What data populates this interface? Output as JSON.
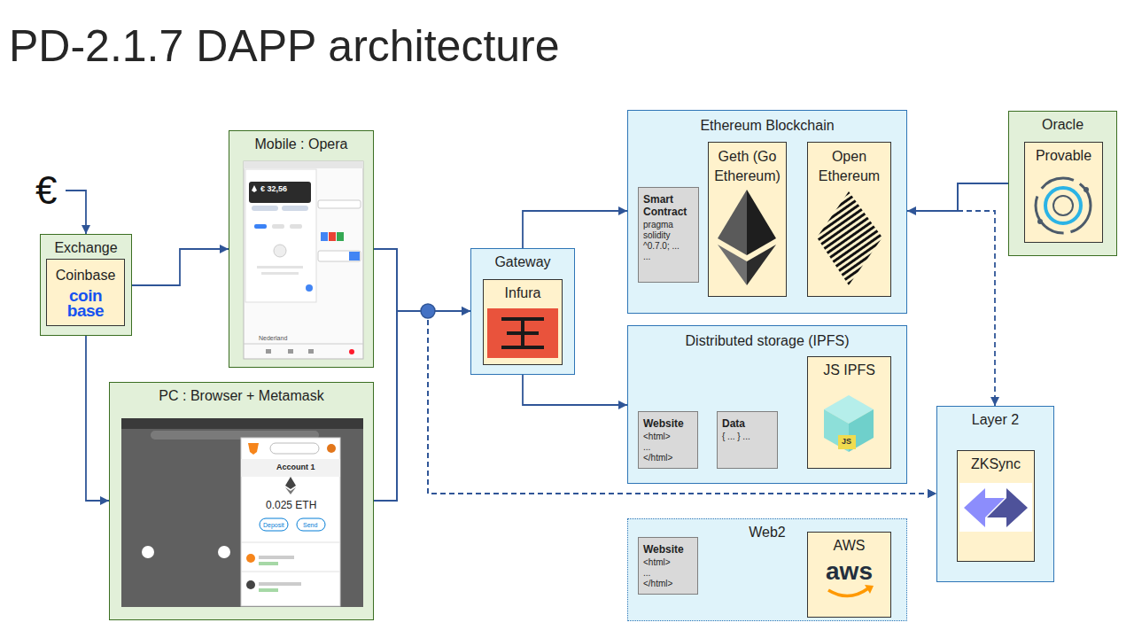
{
  "diagram": {
    "title": "PD-2.1.7 DAPP architecture",
    "nodes": [
      {
        "text": [
          "€"
        ]
      },
      {
        "text": [
          "Exchange"
        ]
      },
      {
        "text": [
          "Coinbase",
          "coin base"
        ],
        "in": 1
      },
      {
        "text": [
          "Mobile : Opera"
        ]
      },
      {
        "text": [
          "PC : Browser + Metamask"
        ]
      },
      {
        "text": [
          "Gateway"
        ]
      },
      {
        "text": [
          "Infura"
        ],
        "in": 5
      },
      {
        "text": [
          "Ethereum Blockchain"
        ]
      },
      {
        "text": [
          "Smart Contract",
          "pragma solidity ^0.7.0; ... ..."
        ],
        "in": 7
      },
      {
        "text": [
          "Geth (Go Ethereum)"
        ],
        "in": 7
      },
      {
        "text": [
          "Open Ethereum"
        ],
        "in": 7
      },
      {
        "text": [
          "Oracle"
        ]
      },
      {
        "text": [
          "Provable"
        ],
        "in": 11
      },
      {
        "text": [
          "Distributed storage (IPFS)"
        ]
      },
      {
        "text": [
          "Website",
          "<html> ... </html>"
        ],
        "in": 13
      },
      {
        "text": [
          "Data",
          "{ ... } ..."
        ],
        "in": 13
      },
      {
        "text": [
          "JS IPFS"
        ],
        "in": 13
      },
      {
        "text": [
          "Layer 2"
        ]
      },
      {
        "text": [
          "ZKSync"
        ],
        "in": 17
      },
      {
        "text": [
          "Web2"
        ]
      },
      {
        "text": [
          "Website",
          "<html> ... </html>"
        ],
        "in": 19
      },
      {
        "text": [
          "AWS",
          "aws"
        ],
        "in": 19
      }
    ],
    "edges": [
      {
        "from": 0,
        "to": 1,
        "arrow": "to"
      },
      {
        "from": 1,
        "to": 3,
        "arrow": "to"
      },
      {
        "from": 1,
        "to": 4,
        "arrow": "to"
      },
      {
        "from": 3,
        "to": 5,
        "arrow": "to"
      },
      {
        "from": 4,
        "to": 5,
        "arrow": "to"
      },
      {
        "from": 3,
        "to": 17,
        "arrow": "to"
      },
      {
        "from": 4,
        "to": 17,
        "arrow": "to"
      },
      {
        "from": 5,
        "to": 7,
        "arrow": "to"
      },
      {
        "from": 5,
        "to": 13,
        "arrow": "to"
      },
      {
        "from": 11,
        "to": 7,
        "arrow": "to"
      },
      {
        "from": 11,
        "to": 17,
        "arrow": "to"
      }
    ],
    "labels": [
      "€ 32,56",
      "Nederland",
      "Account 1",
      "0.025 ETH",
      "Deposit",
      "Send",
      "JS"
    ]
  }
}
